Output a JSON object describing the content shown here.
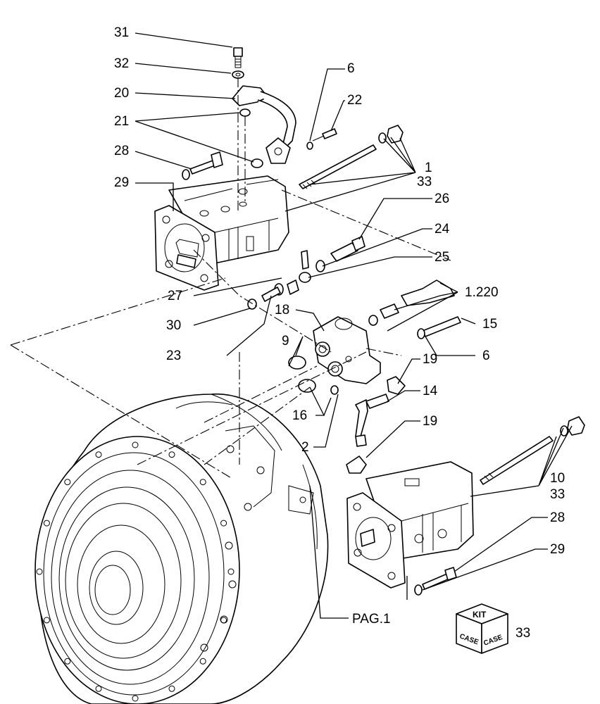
{
  "callouts": [
    {
      "id": "c31",
      "text": "31"
    },
    {
      "id": "c32",
      "text": "32"
    },
    {
      "id": "c20",
      "text": "20"
    },
    {
      "id": "c21",
      "text": "21"
    },
    {
      "id": "c28a",
      "text": "28"
    },
    {
      "id": "c29a",
      "text": "29"
    },
    {
      "id": "c6a",
      "text": "6"
    },
    {
      "id": "c22",
      "text": "22"
    },
    {
      "id": "c1",
      "text": "1"
    },
    {
      "id": "c33a",
      "text": "33"
    },
    {
      "id": "c26",
      "text": "26"
    },
    {
      "id": "c24",
      "text": "24"
    },
    {
      "id": "c25",
      "text": "25"
    },
    {
      "id": "c27",
      "text": "27"
    },
    {
      "id": "c1220",
      "text": "1.220"
    },
    {
      "id": "c18",
      "text": "18"
    },
    {
      "id": "c30",
      "text": "30"
    },
    {
      "id": "c15",
      "text": "15"
    },
    {
      "id": "c23",
      "text": "23"
    },
    {
      "id": "c6b",
      "text": "6"
    },
    {
      "id": "c9",
      "text": "9"
    },
    {
      "id": "c19a",
      "text": "19"
    },
    {
      "id": "c14",
      "text": "14"
    },
    {
      "id": "c16",
      "text": "16"
    },
    {
      "id": "c19b",
      "text": "19"
    },
    {
      "id": "c2",
      "text": "2"
    },
    {
      "id": "c10",
      "text": "10"
    },
    {
      "id": "c33b",
      "text": "33"
    },
    {
      "id": "c28b",
      "text": "28"
    },
    {
      "id": "c29b",
      "text": "29"
    },
    {
      "id": "cpag",
      "text": "PAG.1"
    },
    {
      "id": "c33kit",
      "text": "33"
    }
  ],
  "kit_badge": {
    "top_text": "KIT",
    "brand_left": "CASE",
    "brand_right": "CASE"
  }
}
